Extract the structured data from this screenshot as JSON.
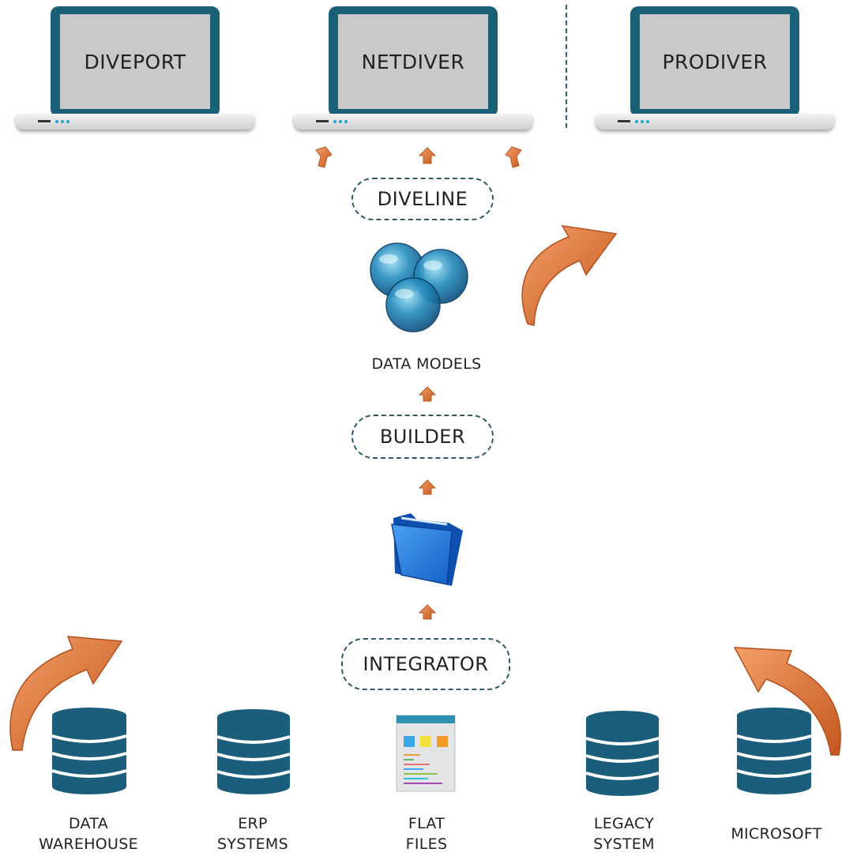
{
  "laptops": [
    {
      "label": "DIVEPORT"
    },
    {
      "label": "NETDIVER"
    },
    {
      "label": "PRODIVER"
    }
  ],
  "layers": {
    "diveline": "DIVELINE",
    "data_models": "DATA MODELS",
    "builder": "BUILDER",
    "integrator": "INTEGRATOR"
  },
  "sources": [
    {
      "line1": "DATA",
      "line2": "WAREHOUSE",
      "icon": "database-icon"
    },
    {
      "line1": "ERP",
      "line2": "SYSTEMS",
      "icon": "database-icon"
    },
    {
      "line1": "FLAT",
      "line2": "FILES",
      "icon": "flat-file-icon"
    },
    {
      "line1": "LEGACY",
      "line2": "SYSTEM",
      "icon": "database-icon"
    },
    {
      "line1": "MICROSOFT",
      "line2": "",
      "icon": "database-icon"
    }
  ],
  "colors": {
    "accent_orange": "#e07a3c",
    "database_teal": "#1b5e7b",
    "dashed_border": "#2f5a68",
    "screen_grey": "#c9c9c9"
  }
}
